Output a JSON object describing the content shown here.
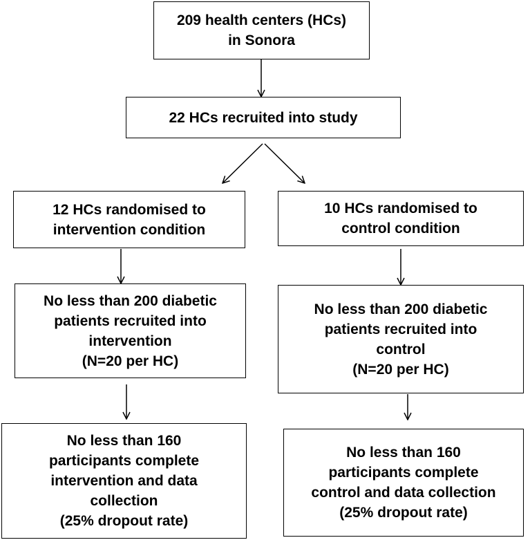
{
  "flowchart": {
    "top": {
      "lines": [
        "209 health centers (HCs)",
        "in Sonora"
      ]
    },
    "recruited": {
      "lines": [
        "22 HCs recruited into study"
      ]
    },
    "left": {
      "randomised": {
        "lines": [
          "12 HCs randomised to",
          "intervention condition"
        ]
      },
      "patients": {
        "lines": [
          "No less than 200 diabetic",
          "patients recruited into",
          "intervention",
          "(N=20 per HC)"
        ]
      },
      "complete": {
        "lines": [
          "No less than 160",
          "participants complete",
          "intervention and data",
          "collection",
          "(25% dropout rate)"
        ]
      }
    },
    "right": {
      "randomised": {
        "lines": [
          "10 HCs randomised to",
          "control condition"
        ]
      },
      "patients": {
        "lines": [
          "No less than 200 diabetic",
          "patients recruited into",
          "control",
          "(N=20 per HC)"
        ]
      },
      "complete": {
        "lines": [
          "No less than 160",
          "participants complete",
          "control and data collection",
          "(25% dropout rate)"
        ]
      }
    }
  }
}
